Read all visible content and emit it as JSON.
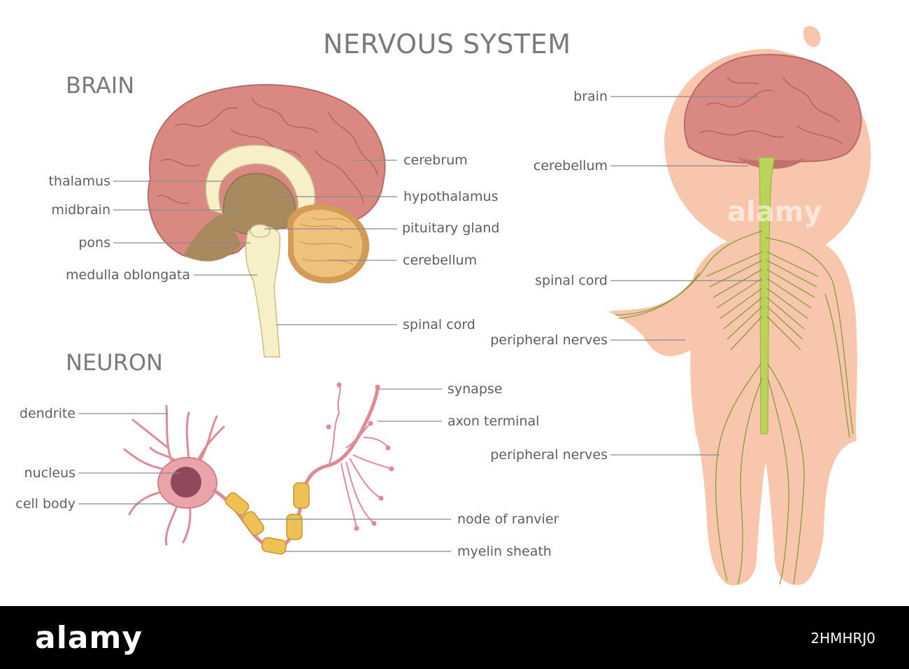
{
  "title": "NERVOUS SYSTEM",
  "brain_section": {
    "heading": "BRAIN",
    "left_labels": [
      "thalamus",
      "midbrain",
      "pons",
      "medulla oblongata"
    ],
    "right_labels": [
      "cerebrum",
      "hypothalamus",
      "pituitary gland",
      "cerebellum",
      "spinal cord"
    ]
  },
  "neuron_section": {
    "heading": "NEURON",
    "left_labels": [
      "dendrite",
      "nucleus",
      "cell body"
    ],
    "right_labels": [
      "synapse",
      "axon terminal",
      "node of ranvier",
      "myelin sheath"
    ]
  },
  "body_section": {
    "labels": [
      "brain",
      "cerebellum",
      "spinal cord",
      "peripheral nerves",
      "peripheral nerves"
    ]
  },
  "watermark": "alamy",
  "footer": {
    "logo": "alamy",
    "image_id": "2HMHRJ0"
  },
  "colors": {
    "brain": "#d98882",
    "brain_dark": "#c4706c",
    "inner_cream": "#f6efc8",
    "brainstem": "#a98a5f",
    "cerebellum": "#eec27c",
    "cerebellum_edge": "#d49b56",
    "skin": "#f8c6ac",
    "spinal": "#bcd35a",
    "nerves": "#8a9a38",
    "neuron": "#e9a3a9",
    "nucleus": "#8e4a5c",
    "myelin": "#efc053"
  }
}
